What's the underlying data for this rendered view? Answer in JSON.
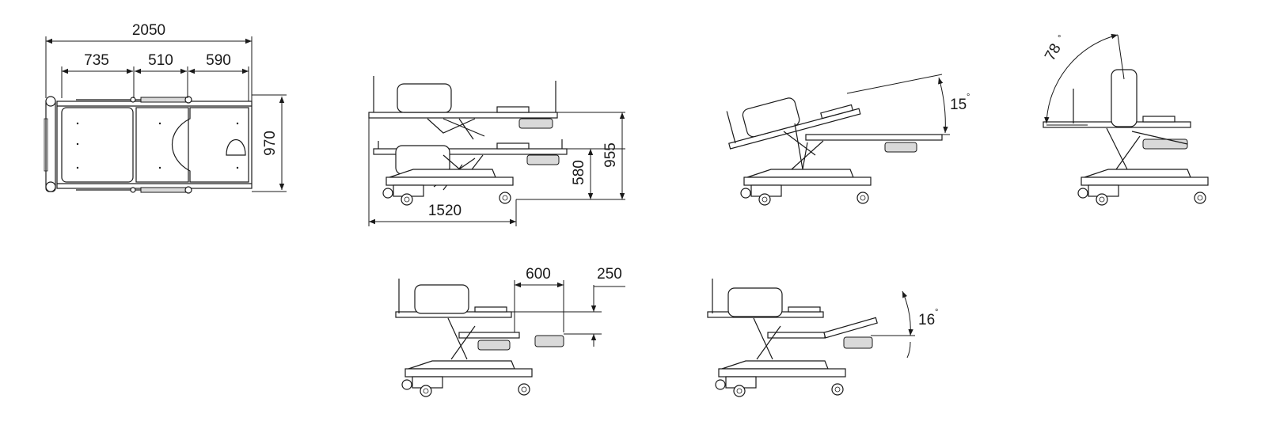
{
  "top_view": {
    "overall_length": "2050",
    "section_1": "735",
    "section_2": "510",
    "section_3": "590",
    "width": "970"
  },
  "side_flat": {
    "length": "1520",
    "height_low": "580",
    "height_high": "955"
  },
  "tilt_view": {
    "angle": "15",
    "unit": "°"
  },
  "chair_view": {
    "angle": "78",
    "unit": "°"
  },
  "extend_view": {
    "extension": "600",
    "drop": "250"
  },
  "leg_tilt_view": {
    "angle": "16",
    "unit": "°"
  }
}
